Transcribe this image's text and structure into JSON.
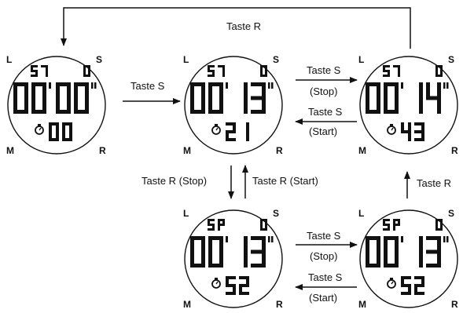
{
  "labels": {
    "top_loop": "Taste R",
    "w1_to_w2": "Taste S",
    "w2_to_w3_key": "Taste S",
    "w2_to_w3_action": "(Stop)",
    "w3_to_w2_key": "Taste S",
    "w3_to_w2_action": "(Start)",
    "w2_to_w4": "Taste R (Stop)",
    "w4_to_w2": "Taste R (Start)",
    "w5_to_w3": "Taste R",
    "w4_to_w5_key": "Taste S",
    "w4_to_w5_action": "(Stop)",
    "w5_to_w4_key": "Taste S",
    "w5_to_w4_action": "(Start)"
  },
  "corners": {
    "top_left": "L",
    "top_right": "S",
    "bottom_left": "M",
    "bottom_right": "R"
  },
  "watches": [
    {
      "id": "w1",
      "mode": "ST",
      "lap": "0",
      "minutes": "00",
      "seconds": "00",
      "sub": "00"
    },
    {
      "id": "w2",
      "mode": "ST",
      "lap": "0",
      "minutes": "00",
      "seconds": "13",
      "sub": "21"
    },
    {
      "id": "w3",
      "mode": "ST",
      "lap": "0",
      "minutes": "00",
      "seconds": "14",
      "sub": "43"
    },
    {
      "id": "w4",
      "mode": "SP",
      "lap": "0",
      "minutes": "00",
      "seconds": "13",
      "sub": "52"
    },
    {
      "id": "w5",
      "mode": "SP",
      "lap": "0",
      "minutes": "00",
      "seconds": "13",
      "sub": "52"
    }
  ],
  "icons": {
    "stopwatch": "stopwatch-icon"
  }
}
